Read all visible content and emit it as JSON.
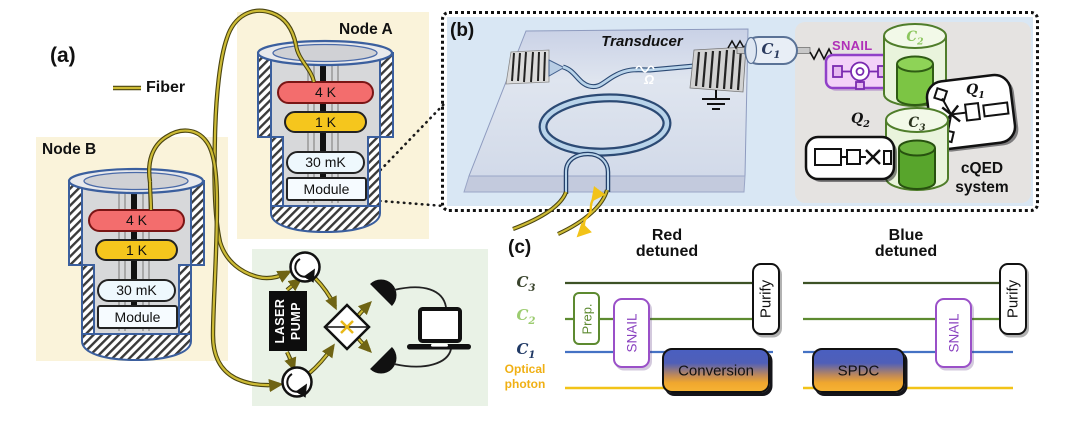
{
  "colors": {
    "fiber": "#8f7f1e",
    "stage_4k": "#f36d6d",
    "stage_1k": "#f5c61d",
    "stage_30mk": "#ecf7fd",
    "node_bg": "#faf3da",
    "laser_bg": "#e9f2e6",
    "panelb_blue": "#d9e7f4",
    "panelb_gray": "#e5e3e1",
    "lane_c3": "#3d5226",
    "lane_c2": "#5d8a30",
    "lane_c1": "#4472c4",
    "lane_optical": "#f2c318",
    "snail_purple": "#9a50c8",
    "prep_green": "#5d8a30",
    "gate_gradient_top": "#4a5fc0",
    "gate_gradient_bottom": "#f2a82e"
  },
  "panel_a": {
    "label": "(a)",
    "fiber_legend": "Fiber",
    "node_a": {
      "title": "Node A",
      "stages": [
        "4 K",
        "1 K",
        "30 mK",
        "Module"
      ]
    },
    "node_b": {
      "title": "Node B",
      "stages": [
        "4 K",
        "1 K",
        "30 mK",
        "Module"
      ]
    },
    "laser_pump": {
      "line1": "LASER",
      "line2": "PUMP"
    }
  },
  "panel_b": {
    "label": "(b)",
    "transducer_title": "Transducer",
    "omega": "Ω",
    "cavity_c1": {
      "base": "C",
      "sub": "1"
    },
    "snail_label": "SNAIL",
    "cavity_c2": {
      "base": "C",
      "sub": "2"
    },
    "cavity_c3": {
      "base": "C",
      "sub": "3"
    },
    "qubit_q1": {
      "base": "Q",
      "sub": "1"
    },
    "qubit_q2": {
      "base": "Q",
      "sub": "2"
    },
    "cqed_label": "cQED system"
  },
  "panel_c": {
    "label": "(c)",
    "red_title": "Red detuned",
    "blue_title": "Blue detuned",
    "lanes": {
      "c3": {
        "base": "C",
        "sub": "3"
      },
      "c2": {
        "base": "C",
        "sub": "2"
      },
      "c1": {
        "base": "C",
        "sub": "1"
      },
      "optical": "Optical photon"
    },
    "gates": {
      "prep": "Prep.",
      "snail": "SNAIL",
      "conversion": "Conversion",
      "spdc": "SPDC",
      "purify": "Purify"
    }
  }
}
